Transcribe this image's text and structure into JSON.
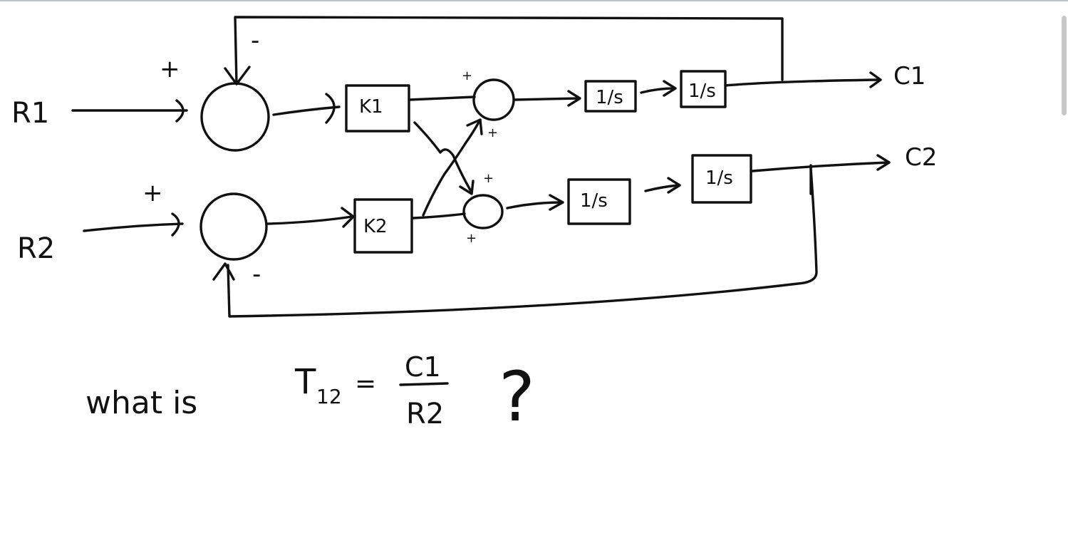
{
  "inputs": {
    "r1": "R1",
    "r2": "R2"
  },
  "outputs": {
    "c1": "C1",
    "c2": "C2"
  },
  "blocks": {
    "k1": "K1",
    "k2": "K2",
    "int_top_1": "1/s",
    "int_top_2": "1/s",
    "int_bottom_1": "1/s",
    "int_bottom_2": "1/s"
  },
  "signs": {
    "sum1_plus": "+",
    "sum1_minus": "-",
    "sum2_plus": "+",
    "sum2_minus": "-",
    "sum3_top": "+",
    "sum3_bottom": "+",
    "sum4_top": "+",
    "sum4_bottom": "+"
  },
  "question": {
    "prefix": "what is",
    "symbol": "T",
    "subscript": "12",
    "equals": "=",
    "numerator": "C1",
    "denominator": "R2",
    "mark": "?"
  },
  "colors": {
    "ink": "#111111",
    "background": "#ffffff",
    "top_rule": "#b9c4cc"
  }
}
